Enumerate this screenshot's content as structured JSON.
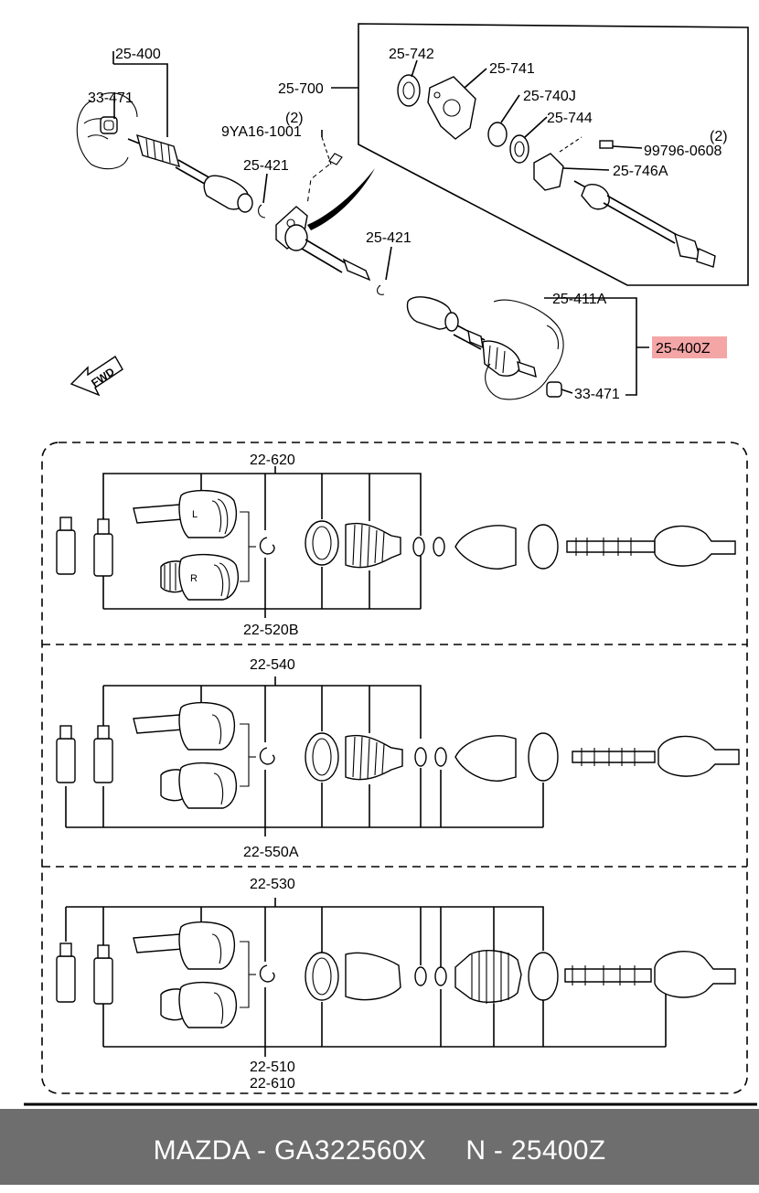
{
  "labels": {
    "p25_400": "25-400",
    "p33_471_top": "33-471",
    "p25_700": "25-700",
    "p25_742": "25-742",
    "p25_741": "25-741",
    "p25_740j": "25-740J",
    "p25_744": "25-744",
    "qty_99796": "(2)",
    "p99796_0608": "99796-0608",
    "p25_746a": "25-746A",
    "qty_9ya16": "(2)",
    "p9ya16_1001": "9YA16-1001",
    "p25_421_left": "25-421",
    "p25_421_right": "25-421",
    "p25_411a": "25-411A",
    "p25_400z": "25-400Z",
    "p33_471_bottom": "33-471",
    "fwd": "FWD",
    "p22_620": "22-620",
    "p22_520b": "22-520B",
    "p22_540": "22-540",
    "p22_550a": "22-550A",
    "p22_530": "22-530",
    "p22_510": "22-510",
    "p22_610": "22-610",
    "joint_l": "L",
    "joint_r": "R"
  },
  "highlight_color": "#f4a6a6",
  "footer": {
    "text": "MAZDA - GA322560X     N - 25400Z",
    "background": "#6e6e6e"
  }
}
